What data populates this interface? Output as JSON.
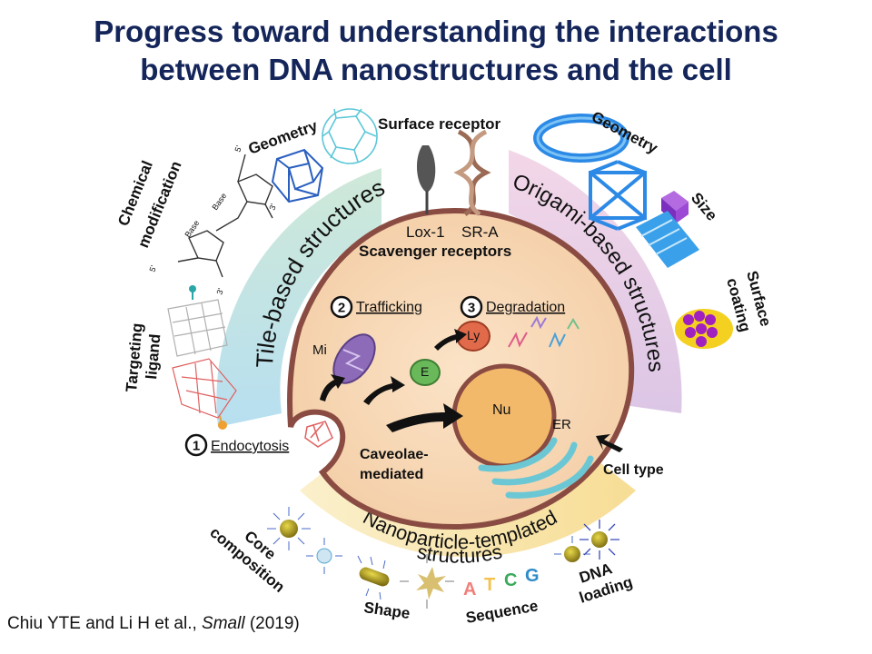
{
  "title": {
    "line1": "Progress toward understanding the interactions",
    "line2": "between DNA nanostructures and the cell"
  },
  "bands": {
    "tile": "Tile-based structures",
    "origami": "Origami-based structures",
    "nano_line1": "Nanoparticle-templated",
    "nano_line2": "structures"
  },
  "features": {
    "surface_receptor": "Surface receptor",
    "geometry_left": "Geometry",
    "chemical_line1": "Chemical",
    "chemical_line2": "modification",
    "targeting_line1": "Targeting",
    "targeting_line2": "ligand",
    "geometry_right": "Geometry",
    "size": "Size",
    "surface_line1": "Surface",
    "surface_line2": "coating",
    "cell_type": "Cell type",
    "core_line1": "Core",
    "core_line2": "composition",
    "shape": "Shape",
    "sequence": "Sequence",
    "dna_line1": "DNA",
    "dna_line2": "loading"
  },
  "cell": {
    "receptor_lox": "Lox-1",
    "receptor_sr": "SR-A",
    "scavenger": "Scavenger receptors",
    "step1_num": "1",
    "step1": "Endocytosis",
    "step2_num": "2",
    "step2": "Trafficking",
    "step3_num": "3",
    "step3": "Degradation",
    "caveolae_line1": "Caveolae-",
    "caveolae_line2": "mediated",
    "mi": "Mi",
    "e": "E",
    "ly": "Ly",
    "nu": "Nu",
    "er": "ER"
  },
  "bases": [
    "A",
    "T",
    "C",
    "G"
  ],
  "chem": {
    "five_prime": "5'",
    "three_prime": "3'",
    "base": "Base"
  },
  "citation": {
    "authors": "Chiu YTE and Li H et al., ",
    "journal": "Small",
    "year": " (2019)"
  },
  "colors": {
    "title": "#14255a",
    "cell_fill": "#f7d8b8",
    "cell_membrane": "#8a4c42",
    "tile_band": "#bfe0e6",
    "origami_band": "#e2c9e4",
    "nano_band": "#f8e3a6",
    "nucleus": "#f3b96a",
    "mitochondrion": "#8d6bb8",
    "endosome": "#69b95b",
    "lysosome": "#e06a4a",
    "er": "#7ecfd8",
    "base_a": "#f07f7a",
    "base_t": "#f2c14e",
    "base_c": "#3aaa5a",
    "base_g": "#2e8bc9"
  }
}
